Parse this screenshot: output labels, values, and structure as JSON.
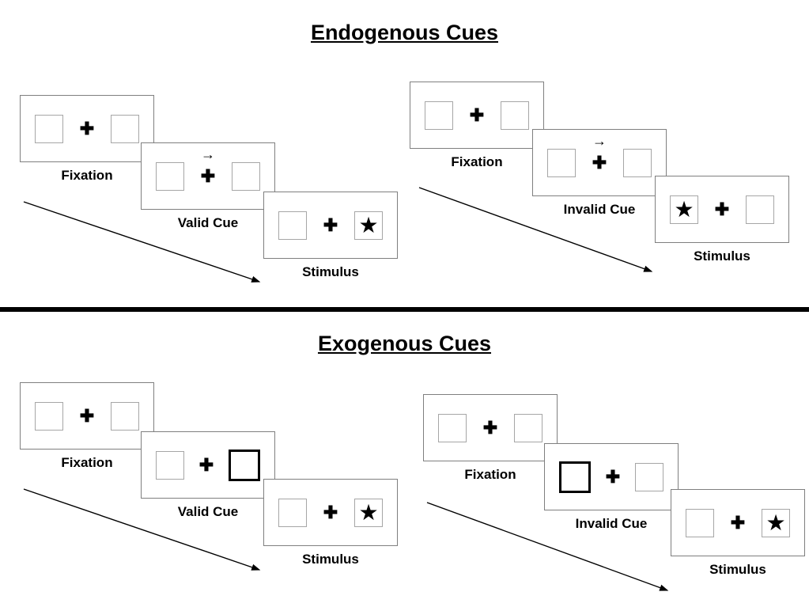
{
  "glyphs": {
    "plus": "✚",
    "arrow": "→",
    "star": "★"
  },
  "colors": {
    "panel_border": "#7f7f7f",
    "box_border": "#a6a6a6",
    "text": "#000000",
    "divider": "#000000"
  },
  "sections": [
    {
      "title": "Endogenous Cues",
      "cue_style": "central-arrow",
      "sequences": [
        {
          "type": "valid",
          "cue_arrow_direction": "right",
          "star_side": "right",
          "labels": {
            "fixation": "Fixation",
            "cue": "Valid Cue",
            "stimulus": "Stimulus"
          }
        },
        {
          "type": "invalid",
          "cue_arrow_direction": "right",
          "star_side": "left",
          "labels": {
            "fixation": "Fixation",
            "cue": "Invalid Cue",
            "stimulus": "Stimulus"
          }
        }
      ]
    },
    {
      "title": "Exogenous Cues",
      "cue_style": "peripheral-bold-box",
      "sequences": [
        {
          "type": "valid",
          "cue_box_side": "right",
          "star_side": "right",
          "labels": {
            "fixation": "Fixation",
            "cue": "Valid Cue",
            "stimulus": "Stimulus"
          }
        },
        {
          "type": "invalid",
          "cue_box_side": "left",
          "star_side": "right",
          "labels": {
            "fixation": "Fixation",
            "cue": "Invalid Cue",
            "stimulus": "Stimulus"
          }
        }
      ]
    }
  ]
}
